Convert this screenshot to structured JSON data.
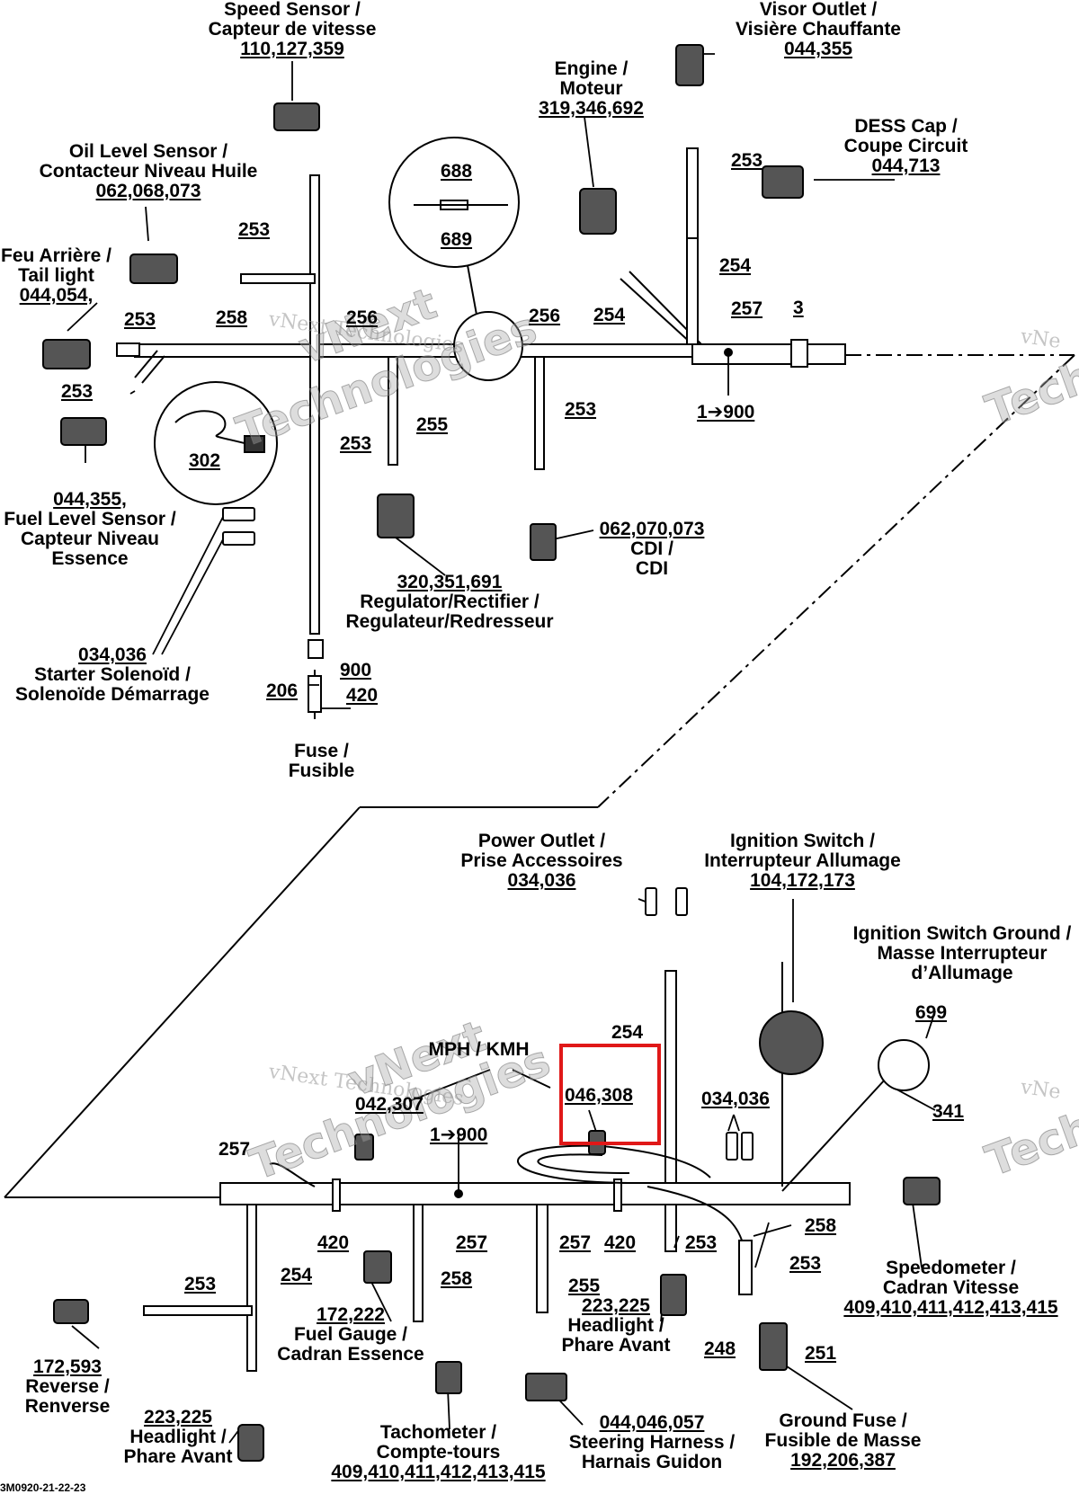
{
  "labels": {
    "speed_sensor": [
      "Speed Sensor /",
      "Capteur de vitesse",
      "110,127,359"
    ],
    "visor_outlet": [
      "Visor Outlet /",
      "Visière Chauffante",
      "044,355"
    ],
    "engine": [
      "Engine /",
      "Moteur",
      "319,346,692"
    ],
    "dess_cap": [
      "DESS Cap /",
      "Coupe Circuit",
      "044,713"
    ],
    "oil_level": [
      "Oil Level Sensor /",
      "Contacteur Niveau Huile",
      "062,068,073"
    ],
    "tail_light": [
      "Feu Arrière /",
      "Tail light",
      "044,054,"
    ],
    "fuel_level": [
      "044,355,",
      "Fuel Level Sensor /",
      "Capteur Niveau",
      "Essence"
    ],
    "starter": [
      "034,036",
      "Starter Solenoïd /",
      "Solenoïde Démarrage"
    ],
    "fuse": [
      "Fuse /",
      "Fusible"
    ],
    "regulator": [
      "320,351,691",
      "Regulator/Rectifier /",
      "Regulateur/Redresseur"
    ],
    "cdi": [
      "062,070,073",
      "CDI /",
      "CDI"
    ],
    "power_outlet": [
      "Power Outlet /",
      "Prise Accessoires",
      "034,036"
    ],
    "ignition_switch": [
      "Ignition Switch /",
      "Interrupteur Allumage",
      "104,172,173"
    ],
    "ignition_ground": [
      "Ignition Switch Ground /",
      "Masse Interrupteur",
      "d’Allumage"
    ],
    "mph_kmh": "MPH / KMH",
    "speedometer": [
      "Speedometer /",
      "Cadran Vitesse",
      "409,410,411,412,413,415"
    ],
    "ground_fuse": [
      "Ground Fuse /",
      "Fusible de Masse",
      "192,206,387"
    ],
    "steering": [
      "044,046,057",
      "Steering Harness /",
      "Harnais Guidon"
    ],
    "tachometer": [
      "Tachometer /",
      "Compte-tours",
      "409,410,411,412,413,415"
    ],
    "headlight_left": [
      "223,225",
      "Headlight /",
      "Phare Avant"
    ],
    "headlight_mid": [
      "223,225",
      "Headlight /",
      "Phare Avant"
    ],
    "reverse": [
      "172,593",
      "Reverse /",
      "Renverse"
    ],
    "fuel_gauge": [
      "172,222",
      "Fuel Gauge /",
      "Cadran Essence"
    ]
  },
  "numbers": {
    "n688": "688",
    "n689": "689",
    "n302": "302",
    "n3": "3",
    "n1900a": "1➔900",
    "n1900b": "1➔900",
    "n253_1": "253",
    "n253_2": "253",
    "n253_3": "253",
    "n253_4": "253",
    "n253_5": "253",
    "n253_6": "253",
    "n253_7": "253",
    "n253_8": "253",
    "n253_9": "253",
    "n254_1": "254",
    "n254_2": "254",
    "n254_3": "254",
    "n254_4": "254",
    "n255_1": "255",
    "n255_2": "255",
    "n256_1": "256",
    "n256_2": "256",
    "n257_1": "257",
    "n257_2": "257",
    "n257_3": "257",
    "n257_4": "257",
    "n258_1": "258",
    "n258_2": "258",
    "n258_3": "258",
    "n900": "900",
    "n420_1": "420",
    "n420_2": "420",
    "n420_3": "420",
    "n206": "206",
    "n341": "341",
    "n699": "699",
    "n248": "248",
    "n251": "251",
    "n046308": "046,308",
    "n042307": "042,307",
    "n034036b": "034,036"
  },
  "watermarks": {
    "brand_big": "vNext",
    "brand_small": "vNext Technologies",
    "tech": "Technologies",
    "tech_short": "Tech",
    "vn": "vNe"
  },
  "footer_code": "3M0920-21-22-23",
  "highlight_color": "#e01818"
}
